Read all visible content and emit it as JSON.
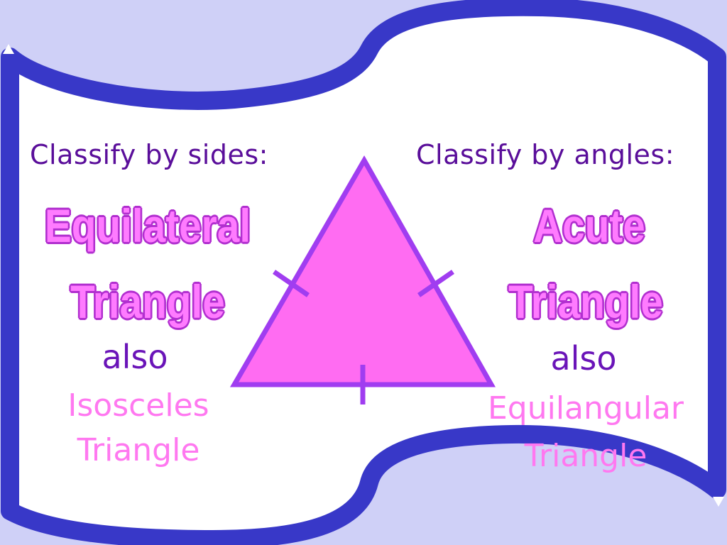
{
  "colors": {
    "background": "#cfd0f7",
    "banner_fill": "#ffffff",
    "banner_border": "#3838c8",
    "triangle_fill": "#ff6cf2",
    "triangle_stroke": "#a03df0",
    "heading_text": "#5a0e9a",
    "big_label_fill": "#ff7bff",
    "big_label_outline": "#b12fcf",
    "also_text": "#6a14b8",
    "alt_label": "#ff78f0"
  },
  "left": {
    "heading": "Classify by sides:",
    "label_line1": "Equilateral",
    "label_line2": "Triangle",
    "also": "also",
    "alt_line1": "Isosceles",
    "alt_line2": "Triangle"
  },
  "right": {
    "heading": "Classify by angles:",
    "label_line1": "Acute",
    "label_line2": "Triangle",
    "also": "also",
    "alt_line1": "Equilangular",
    "alt_line2": "Triangle"
  }
}
